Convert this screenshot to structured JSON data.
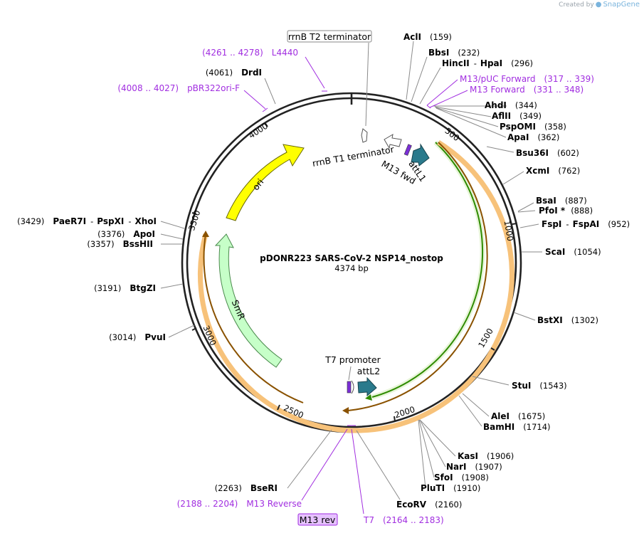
{
  "credit": {
    "prefix": "Created by",
    "brand": "SnapGene"
  },
  "plasmid": {
    "name": "pDONR223 SARS-CoV-2 NSP14_nostop",
    "size_label": "4374 bp"
  },
  "ticks": [
    "500",
    "1000",
    "1500",
    "2000",
    "2500",
    "3000",
    "3500",
    "4000"
  ],
  "features": {
    "ori": "ori",
    "smr": "SmR",
    "rrnb_t1": "rrnB T1 terminator",
    "attl1": "attL1",
    "m13fwd": "M13 fwd",
    "t7prom": "T7 promoter",
    "attl2": "attL2"
  },
  "boxed": {
    "rrnb_t2": "rrnB T2 terminator",
    "m13rev": "M13 rev"
  },
  "enzymes": [
    {
      "id": "acli",
      "name": "AclI",
      "pos": "(159)"
    },
    {
      "id": "bbsi",
      "name": "BbsI",
      "pos": "(232)"
    },
    {
      "id": "hincii",
      "name": "HincII",
      "sep": "-",
      "name2": "HpaI",
      "pos": "(296)"
    },
    {
      "id": "ahdi",
      "name": "AhdI",
      "pos": "(344)"
    },
    {
      "id": "aflii",
      "name": "AflII",
      "pos": "(349)"
    },
    {
      "id": "pspomi",
      "name": "PspOMI",
      "pos": "(358)"
    },
    {
      "id": "apai",
      "name": "ApaI",
      "pos": "(362)"
    },
    {
      "id": "bsu36i",
      "name": "Bsu36I",
      "pos": "(602)"
    },
    {
      "id": "xcmi",
      "name": "XcmI",
      "pos": "(762)"
    },
    {
      "id": "bsai",
      "name": "BsaI",
      "pos": "(887)"
    },
    {
      "id": "pfoi",
      "name": "PfoI *",
      "pos": "(888)"
    },
    {
      "id": "fspi",
      "name": "FspI",
      "sep": "-",
      "name2": "FspAI",
      "pos": "(952)"
    },
    {
      "id": "scai",
      "name": "ScaI",
      "pos": "(1054)"
    },
    {
      "id": "bstxi",
      "name": "BstXI",
      "pos": "(1302)"
    },
    {
      "id": "stui",
      "name": "StuI",
      "pos": "(1543)"
    },
    {
      "id": "alei",
      "name": "AleI",
      "pos": "(1675)"
    },
    {
      "id": "bamhi",
      "name": "BamHI",
      "pos": "(1714)"
    },
    {
      "id": "kasi",
      "name": "KasI",
      "pos": "(1906)"
    },
    {
      "id": "nari",
      "name": "NarI",
      "pos": "(1907)"
    },
    {
      "id": "sfoi",
      "name": "SfoI",
      "pos": "(1908)"
    },
    {
      "id": "pluti",
      "name": "PluTI",
      "pos": "(1910)"
    },
    {
      "id": "ecorv",
      "name": "EcoRV",
      "pos": "(2160)"
    },
    {
      "id": "bseri",
      "name": "BseRI",
      "pos": "(2263)"
    },
    {
      "id": "pvui",
      "name": "PvuI",
      "pos": "(3014)"
    },
    {
      "id": "btgzi",
      "name": "BtgZI",
      "pos": "(3191)"
    },
    {
      "id": "bsshii",
      "name": "BssHII",
      "pos": "(3357)"
    },
    {
      "id": "apoi",
      "name": "ApoI",
      "pos": "(3376)"
    },
    {
      "id": "paer7i",
      "name": "PaeR7I",
      "sep": "-",
      "name2": "PspXI",
      "sep2": "-",
      "name3": "XhoI",
      "pos": "(3429)"
    },
    {
      "id": "drdi",
      "name": "DrdI",
      "pos": "(4061)"
    }
  ],
  "primers": [
    {
      "id": "m13puc",
      "name": "M13/pUC Forward",
      "range": "(317 .. 339)"
    },
    {
      "id": "m13f",
      "name": "M13 Forward",
      "range": "(331 .. 348)"
    },
    {
      "id": "m13r",
      "name": "M13 Reverse",
      "range": "(2188 .. 2204)"
    },
    {
      "id": "t7",
      "name": "T7",
      "range": "(2164 .. 2183)"
    },
    {
      "id": "l4440",
      "name": "L4440",
      "range": "(4261 .. 4278)"
    },
    {
      "id": "pbr",
      "name": "pBR322ori-F",
      "range": "(4008 .. 4027)"
    }
  ],
  "colors": {
    "backbone": "#222222",
    "ori": "#ffff00",
    "smr": "#c6ffc8",
    "orf_green": "#2e8b00",
    "orf_orange": "#f4a83a",
    "attl": "#2a7a8c",
    "primer": "#a12ee0",
    "leader": "#8a8a8a"
  }
}
